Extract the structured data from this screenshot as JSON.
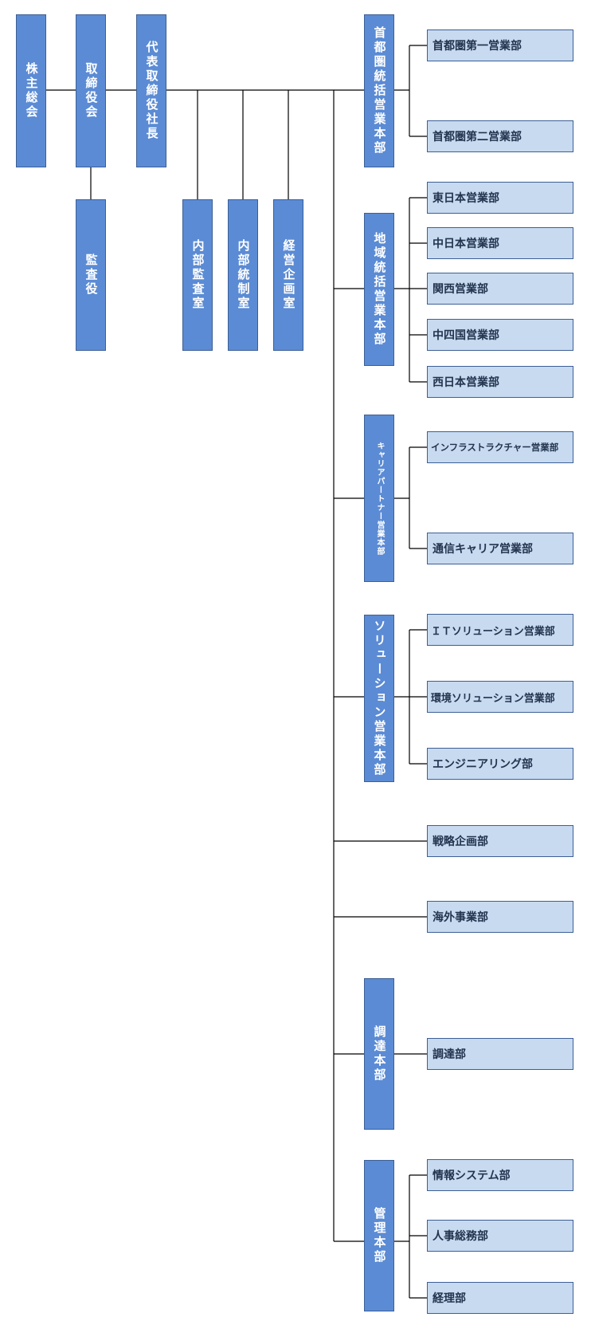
{
  "top": {
    "shareholders": "株主総会",
    "board": "取締役会",
    "auditor": "監査役",
    "president": "代表取締役社長"
  },
  "staff": {
    "internal_audit": "内部監査室",
    "internal_control": "内部統制室",
    "corporate_planning": "経営企画室"
  },
  "divisions": {
    "metro": {
      "label": "首都圏統括営業本部",
      "depts": [
        "首都圏第一営業部",
        "首都圏第二営業部"
      ]
    },
    "regional": {
      "label": "地域統括営業本部",
      "depts": [
        "東日本営業部",
        "中日本営業部",
        "関西営業部",
        "中四国営業部",
        "西日本営業部"
      ]
    },
    "carrier": {
      "label": "キャリアパートナー営業本部",
      "depts": [
        "インフラストラクチャー営業部",
        "通信キャリア営業部"
      ]
    },
    "solution": {
      "label": "ソリューション営業本部",
      "depts": [
        "ＩＴソリューション営業部",
        "環境ソリューション営業部",
        "エンジニアリング部"
      ]
    },
    "strategy": "戦略企画部",
    "overseas": "海外事業部",
    "procurement": {
      "label": "調達本部",
      "depts": [
        "調達部"
      ]
    },
    "admin": {
      "label": "管理本部",
      "depts": [
        "情報システム部",
        "人事総務部",
        "経理部"
      ]
    }
  },
  "colors": {
    "box_fill": "#5b8bd4",
    "box_border": "#3d5f96",
    "dept_fill": "#c7daf0",
    "dept_text": "#22344e",
    "line": "#000000"
  }
}
